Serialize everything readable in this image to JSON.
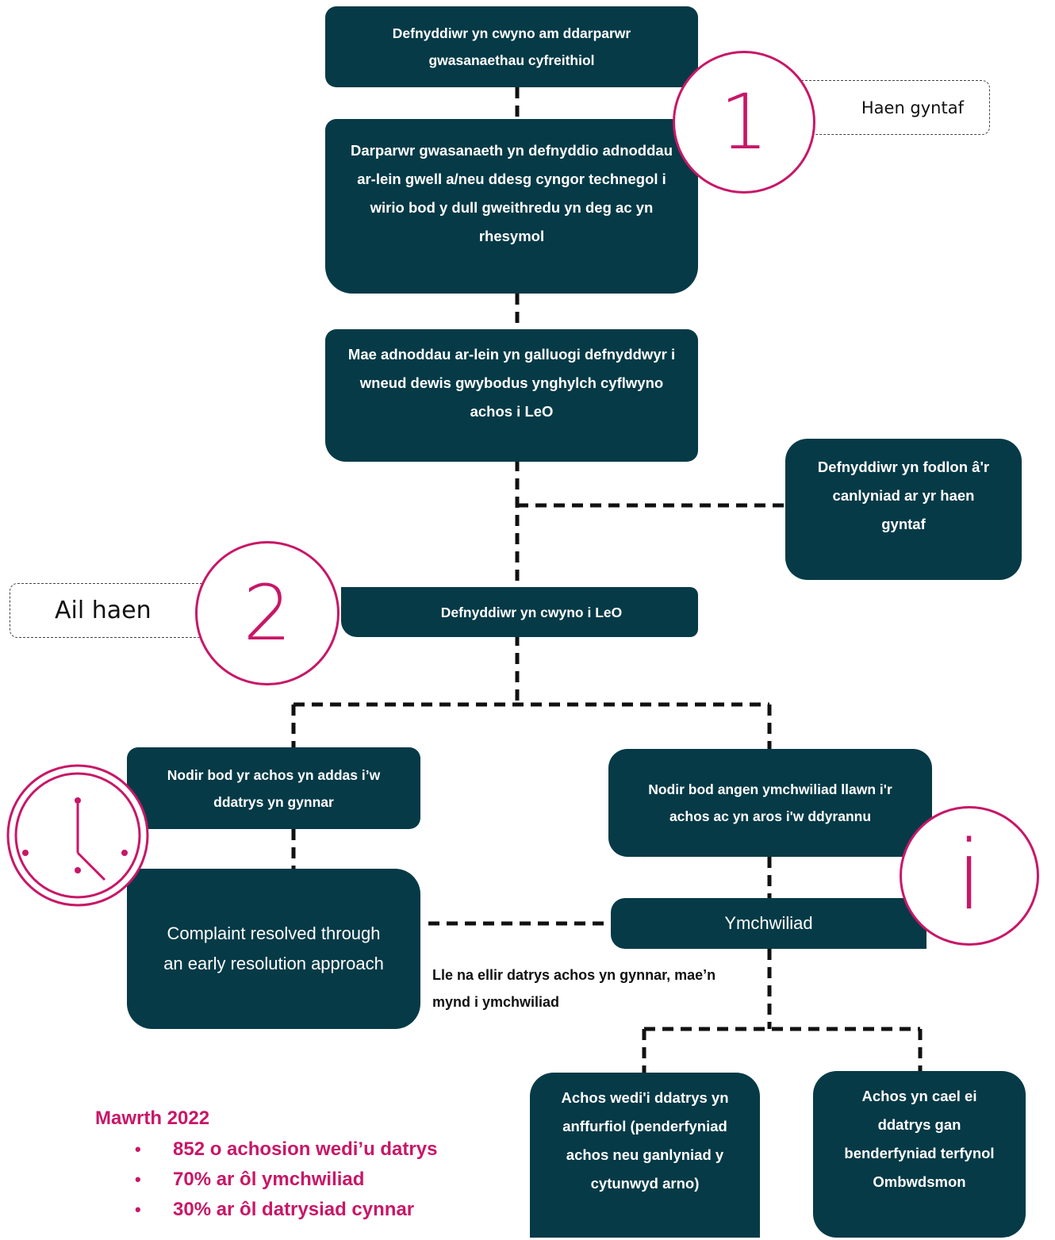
{
  "tier1_label": "Haen gyntaf",
  "tier1_number": "1",
  "tier2_label": "Ail haen",
  "tier2_number": "2",
  "boxes": {
    "b1": "Defnyddiwr yn cwyno am ddarparwr gwasanaethau cyfreithiol",
    "b2": "Darparwr gwasanaeth yn defnyddio adnoddau ar-lein gwell a/neu ddesg cyngor technegol i wirio bod y dull gweithredu yn deg ac yn rhesymol",
    "b3": "Mae adnoddau ar-lein yn galluogi defnyddwyr i wneud dewis gwybodus ynghylch cyflwyno achos i LeO",
    "b4": "Defnyddiwr yn fodlon â'r canlyniad ar yr haen gyntaf",
    "b5": "Defnyddiwr yn cwyno i LeO",
    "b6": "Nodir bod yr achos yn addas i’w ddatrys yn gynnar",
    "b7": "Nodir bod angen ymchwiliad llawn i'r achos ac yn aros i'w ddyrannu",
    "b8": "Complaint resolved through an early resolution approach",
    "b9": "Ymchwiliad",
    "b10": "Achos wedi'i ddatrys yn anffurfiol (penderfyniad achos neu ganlyniad y cytunwyd arno)",
    "b11": "Achos yn cael ei ddatrys gan benderfyniad terfynol Ombwdsmon"
  },
  "note": "Lle na ellir datrys achos yn gynnar, mae’n mynd i ymchwiliad",
  "info_symbol": "i",
  "stats": {
    "title": "Mawrth 2022",
    "items": [
      "852 o achosion wedi’u datrys",
      "70% ar ôl ymchwiliad",
      "30% ar ôl datrysiad cynnar"
    ]
  },
  "colors": {
    "box": "#063a47",
    "accent": "#c81767"
  }
}
